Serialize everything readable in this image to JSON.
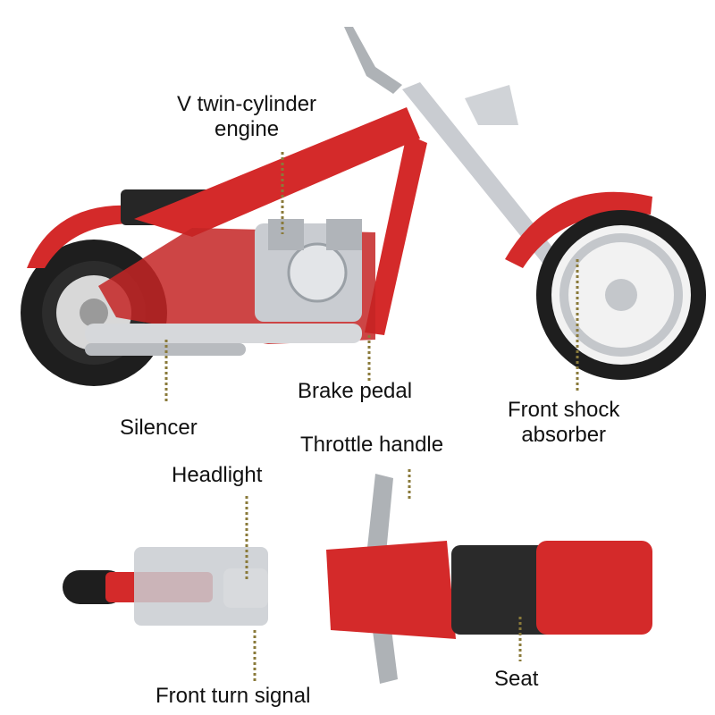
{
  "labels": {
    "engine_line1": "V twin-cylinder",
    "engine_line2": "engine",
    "brake_pedal": "Brake pedal",
    "silencer": "Silencer",
    "front_shock_line1": "Front shock",
    "front_shock_line2": "absorber",
    "throttle_handle": "Throttle handle",
    "headlight": "Headlight",
    "front_turn_signal": "Front turn signal",
    "seat": "Seat"
  },
  "colors": {
    "frame_red": "#d42a2a",
    "dark_red": "#a51c1c",
    "chrome": "#c9ccd1",
    "tire": "#1e1e1e",
    "leader_line": "#8a7a3a"
  }
}
